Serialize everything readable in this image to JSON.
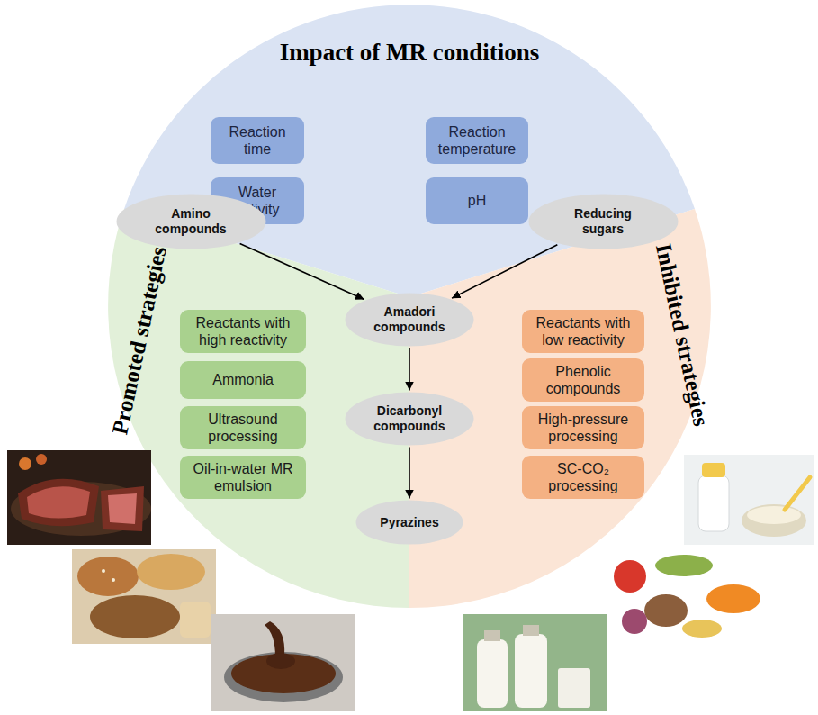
{
  "diagram": {
    "nodes": [
      {
        "text": [
          "Reaction time"
        ]
      },
      {
        "text": [
          "Reaction temperature"
        ]
      },
      {
        "text": [
          "Water activity"
        ]
      },
      {
        "text": [
          "pH"
        ]
      },
      {
        "text": [
          "Amino compounds"
        ]
      },
      {
        "text": [
          "Reducing sugars"
        ]
      },
      {
        "text": [
          "Amadori compounds"
        ]
      },
      {
        "text": [
          "Reactants with high reactivity"
        ]
      },
      {
        "text": [
          "Reactants with low reactivity"
        ]
      },
      {
        "text": [
          "Ammonia"
        ]
      },
      {
        "text": [
          "Phenolic compounds"
        ]
      },
      {
        "text": [
          "Ultrasound processing"
        ]
      },
      {
        "text": [
          "High-pressure processing"
        ]
      },
      {
        "text": [
          "Oil-in-water MR emulsion"
        ]
      },
      {
        "text": [
          "SC-CO₂ processing"
        ]
      },
      {
        "text": [
          "Dicarbonyl compounds"
        ]
      },
      {
        "text": [
          "Pyrazines"
        ]
      }
    ],
    "edges": [
      {
        "from": 4,
        "to": 6,
        "arrow": "to"
      },
      {
        "from": 5,
        "to": 6,
        "arrow": "to"
      },
      {
        "from": 6,
        "to": 15,
        "arrow": "to"
      },
      {
        "from": 15,
        "to": 16,
        "arrow": "to"
      }
    ],
    "labels": [
      "Impact of MR conditions",
      "Promoted strategies",
      "Inhibited strategies"
    ]
  }
}
